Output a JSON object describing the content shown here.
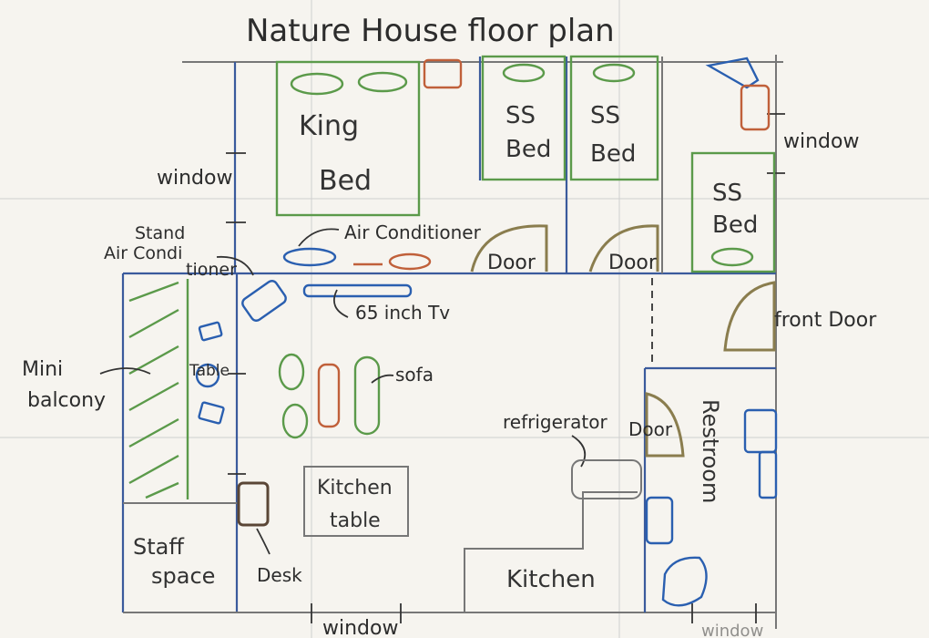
{
  "title": "Nature House floor plan",
  "rooms": {
    "king_bed": "King\nBed",
    "ss_bed_1": "SS\nBed",
    "ss_bed_2": "SS\nBed",
    "ss_bed_3": "SS\nBed",
    "kitchen_table": "Kitchen\ntable",
    "staff_space": "Staff\nspace",
    "kitchen": "Kitchen",
    "restroom": "Restroom"
  },
  "labels": {
    "window_top_left": "window",
    "window_right": "window",
    "window_bottom": "window",
    "window_bottom_right": "window",
    "stand_ac": "Stand\nAir Condi\ntioner",
    "air_conditioner": "Air Conditioner",
    "tv": "65 inch Tv",
    "mini_balcony": "Mini\nbalcony",
    "table": "Table",
    "sofa": "sofa",
    "refrigerator": "refrigerator",
    "desk": "Desk",
    "door_1": "Door",
    "door_2": "Door",
    "door_restroom": "Door",
    "front_door": "front Door"
  }
}
